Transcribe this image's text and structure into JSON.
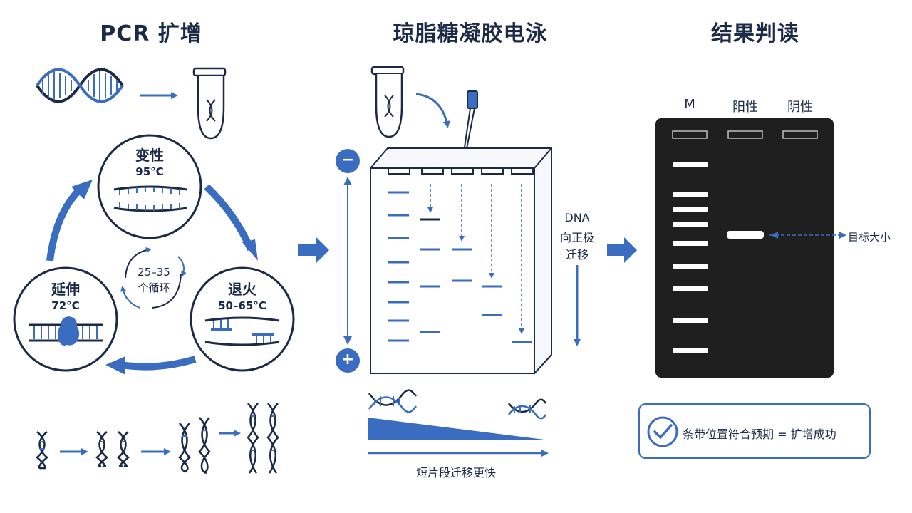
{
  "titles": {
    "pcr": "PCR 扩增",
    "gel": "琼脂糖凝胶电泳",
    "result": "结果判读"
  },
  "pcr": {
    "denature": {
      "name": "变性",
      "temp": "95°C"
    },
    "anneal": {
      "name": "退火",
      "temp": "50–65°C"
    },
    "extend": {
      "name": "延伸",
      "temp": "72°C"
    },
    "cycles_line1": "25–35",
    "cycles_line2": "个循环"
  },
  "gel": {
    "minus": "−",
    "plus": "+",
    "migration_line1": "DNA",
    "migration_line2": "向正极",
    "migration_line3": "迁移",
    "bottom_caption": "短片段迁移更快"
  },
  "result": {
    "lane_m": "M",
    "lane_pos": "阳性",
    "lane_neg": "阴性",
    "target_label": "目标大小",
    "conclusion": "条带位置符合预期 = 扩增成功"
  },
  "colors": {
    "navy": "#1b2a47",
    "blue": "#3a6cbf",
    "gel_bg": "#1f1f1f",
    "band": "#ffffff"
  }
}
